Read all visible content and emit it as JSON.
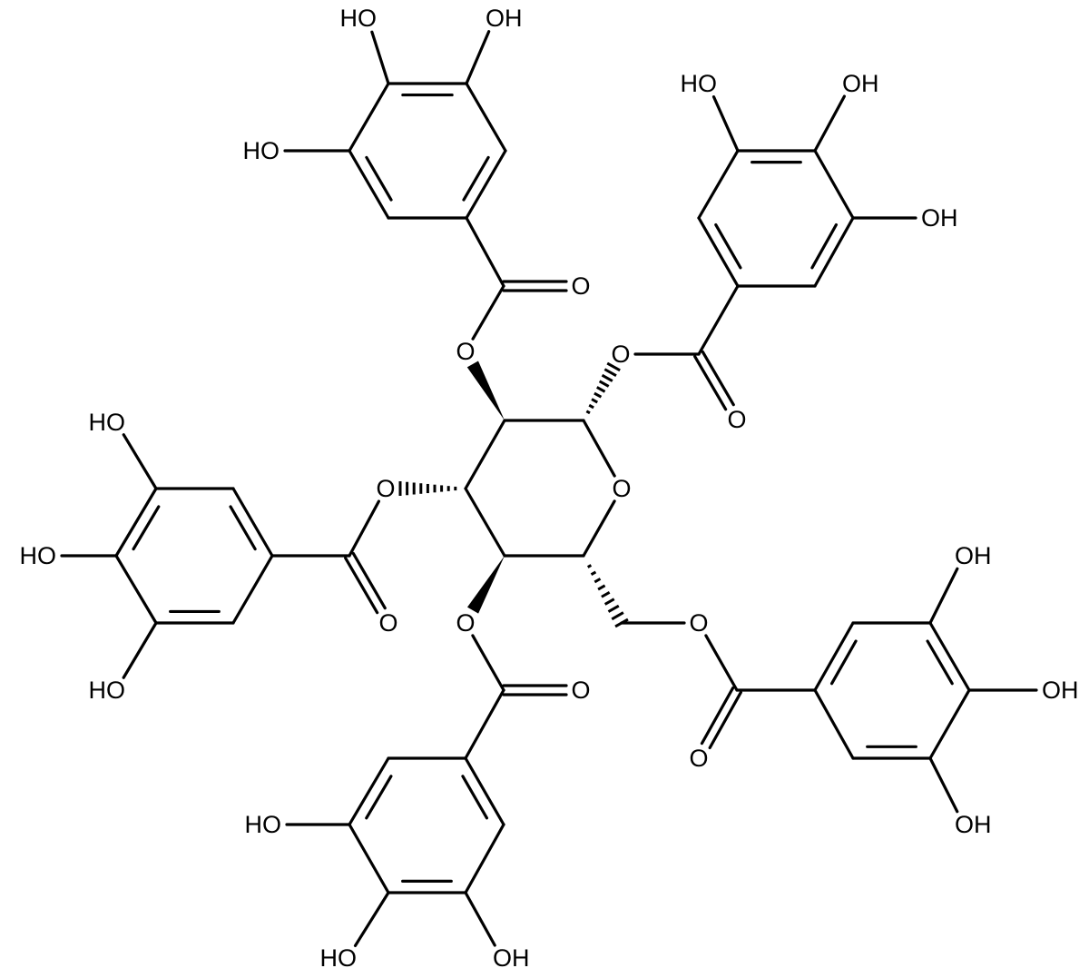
{
  "title": "Pentagalloyl glucose structure",
  "colors": {
    "ink": "#000000",
    "background": "#ffffff"
  },
  "atom_labels": {
    "top_ho_1": "HO",
    "top_oh_2": "OH",
    "top_ho_3": "HO",
    "top_carbonyl_o": "O",
    "top_ester_o": "O",
    "ring_o": "O",
    "c1_ester_o": "O",
    "c1_carbonyl_o": "O",
    "right_ho_1": "HO",
    "right_oh_2": "OH",
    "right_oh_3": "OH",
    "c3_ester_o": "O",
    "c3_carbonyl_o": "O",
    "left_ho_1": "HO",
    "left_ho_2": "HO",
    "left_ho_3": "HO",
    "c4_ester_o": "O",
    "c4_carbonyl_o": "O",
    "bottom_ho_1": "HO",
    "bottom_ho_2": "HO",
    "bottom_oh_3": "OH",
    "c6_ester_o": "O",
    "c6_carbonyl_o": "O",
    "br_oh_1": "OH",
    "br_oh_2": "OH",
    "br_oh_3": "OH"
  }
}
